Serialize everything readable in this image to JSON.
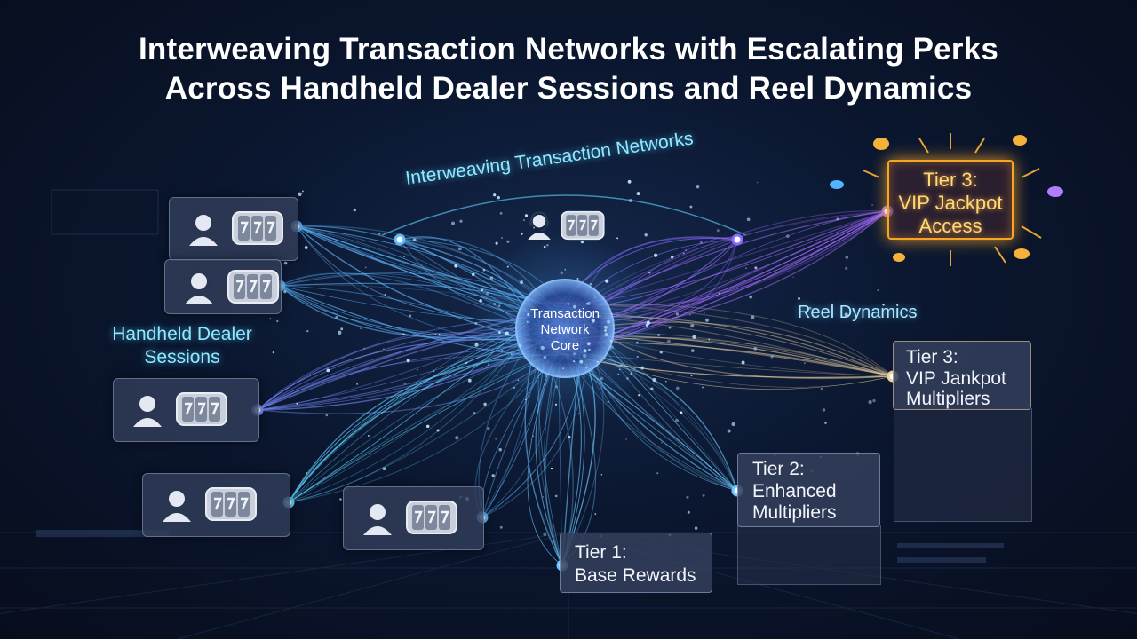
{
  "title_line1": "Interweaving Transaction Networks with Escalating Perks",
  "title_line2": "Across Handheld Dealer Sessions and Reel Dynamics",
  "network_arc_label": "Interweaving Transaction Networks",
  "handheld_label_line1": "Handheld Dealer",
  "handheld_label_line2": "Sessions",
  "reel_dynamics_label": "Reel Dynamics",
  "core": {
    "line1": "Transaction",
    "line2": "Network",
    "line3": "Core"
  },
  "tiers": {
    "vip_access": {
      "line1": "Tier 3:",
      "line2": "VIP Jackpot",
      "line3": "Access"
    },
    "vip_multipliers": {
      "line1": "Tier 3:",
      "line2": "VIP Jankpot",
      "line3": "Multipliers"
    },
    "enhanced": {
      "line1": "Tier 2:",
      "line2": "Enhanced",
      "line3": "Multipliers"
    },
    "base": {
      "line1": "Tier 1:",
      "line2": "Base Rewards"
    }
  },
  "icons": [
    "headset-dealer-icon",
    "slot-reel-icon"
  ],
  "colors": {
    "cyan": "#5fd4ff",
    "violet": "#9b5cff",
    "gold": "#f5a623",
    "beige": "#e8cfa0"
  }
}
